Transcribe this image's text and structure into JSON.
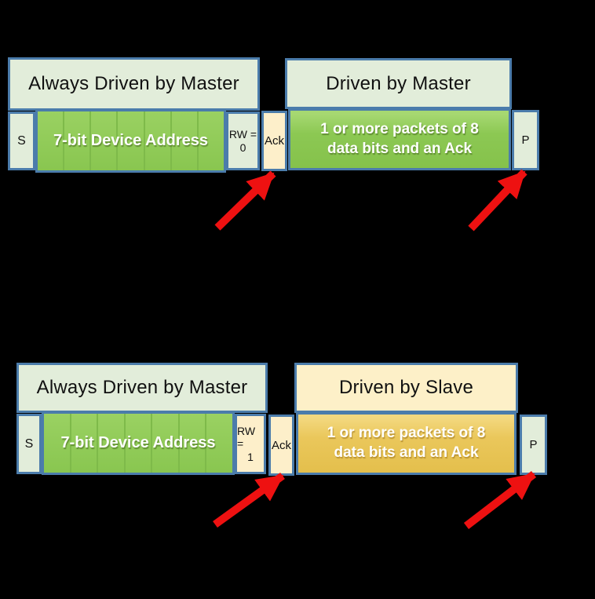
{
  "write_transaction": {
    "left_header": "Always Driven by Master",
    "right_header": "Driven by Master",
    "start_bit": "S",
    "address_label": "7-bit Device Address",
    "rw_label": "RW =",
    "rw_value": "0",
    "ack_label": "Ack",
    "packets_line1": "1 or more packets of 8",
    "packets_line2": "data bits and an Ack",
    "stop_bit": "P"
  },
  "read_transaction": {
    "left_header": "Always Driven by Master",
    "right_header": "Driven by Slave",
    "start_bit": "S",
    "address_label": "7-bit Device Address",
    "rw_label": "RW =",
    "rw_value": "1",
    "ack_label": "Ack",
    "packets_line1": "1 or more packets of 8",
    "packets_line2": "data bits and an Ack",
    "stop_bit": "P"
  },
  "colors": {
    "background": "#000000",
    "box_border": "#4b7cab",
    "header_green_fill": "#e2edda",
    "header_cream_fill": "#fdf0c8",
    "address_green": "#8fce58",
    "ack_cream": "#fdefca",
    "slave_gold": "#e9c75a",
    "arrow_red": "#ee1111",
    "dark_text": "#111111",
    "light_text": "#ffffff"
  }
}
